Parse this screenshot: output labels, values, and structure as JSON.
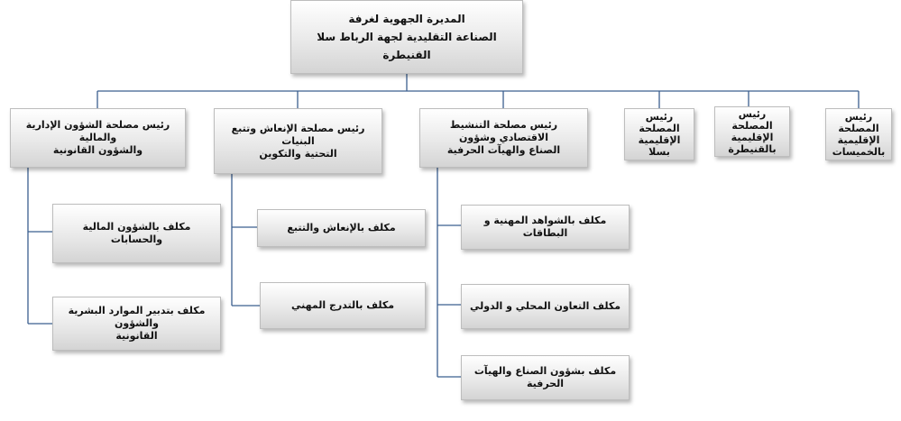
{
  "root": {
    "line1": "المديرة الجهوية لغرفة",
    "line2": "الصناعة التقليدية لجهة الرباط سلا القنيطرة"
  },
  "departments": [
    {
      "line1": "رئيس مصلحة الشؤون الإدارية والمالية",
      "line2": "والشؤون القانونية"
    },
    {
      "line1": "رئيس مصلحة الإنعاش وتتبع البنيات",
      "line2": "التحتية والتكوين"
    },
    {
      "line1": "رئيس مصلحة التنشيط الاقتصادي وشؤون",
      "line2": "الصناع والهيآت الحرفية"
    }
  ],
  "regional": [
    {
      "line1": "رئيس المصلحة",
      "line2": "الإقليمية",
      "line3": "بسلا"
    },
    {
      "line1": "رئيس المصلحة",
      "line2": "الإقليمية",
      "line3": "بالقنيطرة"
    },
    {
      "line1": "رئيس المصلحة",
      "line2": "الإقليمية",
      "line3": "بالخميسات"
    }
  ],
  "officers_admin": [
    {
      "line1": "مكلف بالشؤون المالية والحسابات",
      "line2": ""
    },
    {
      "line1": "مكلف بتدبير الموارد البشرية والشؤون",
      "line2": "القانونية"
    }
  ],
  "officers_promo": [
    {
      "line1": "مكلف بالإنعاش والتتبع"
    },
    {
      "line1": "مكلف بالتدرج المهني"
    }
  ],
  "officers_econ": [
    {
      "line1": "مكلف بالشواهد المهنية و البطاقات"
    },
    {
      "line1": "مكلف التعاون المحلي و الدولي"
    },
    {
      "line1": "مكلف بشؤون الصناع والهيآت الحرفية"
    }
  ],
  "colors": {
    "connector": "#3b5f8f",
    "box_border": "#bdbdbd"
  }
}
